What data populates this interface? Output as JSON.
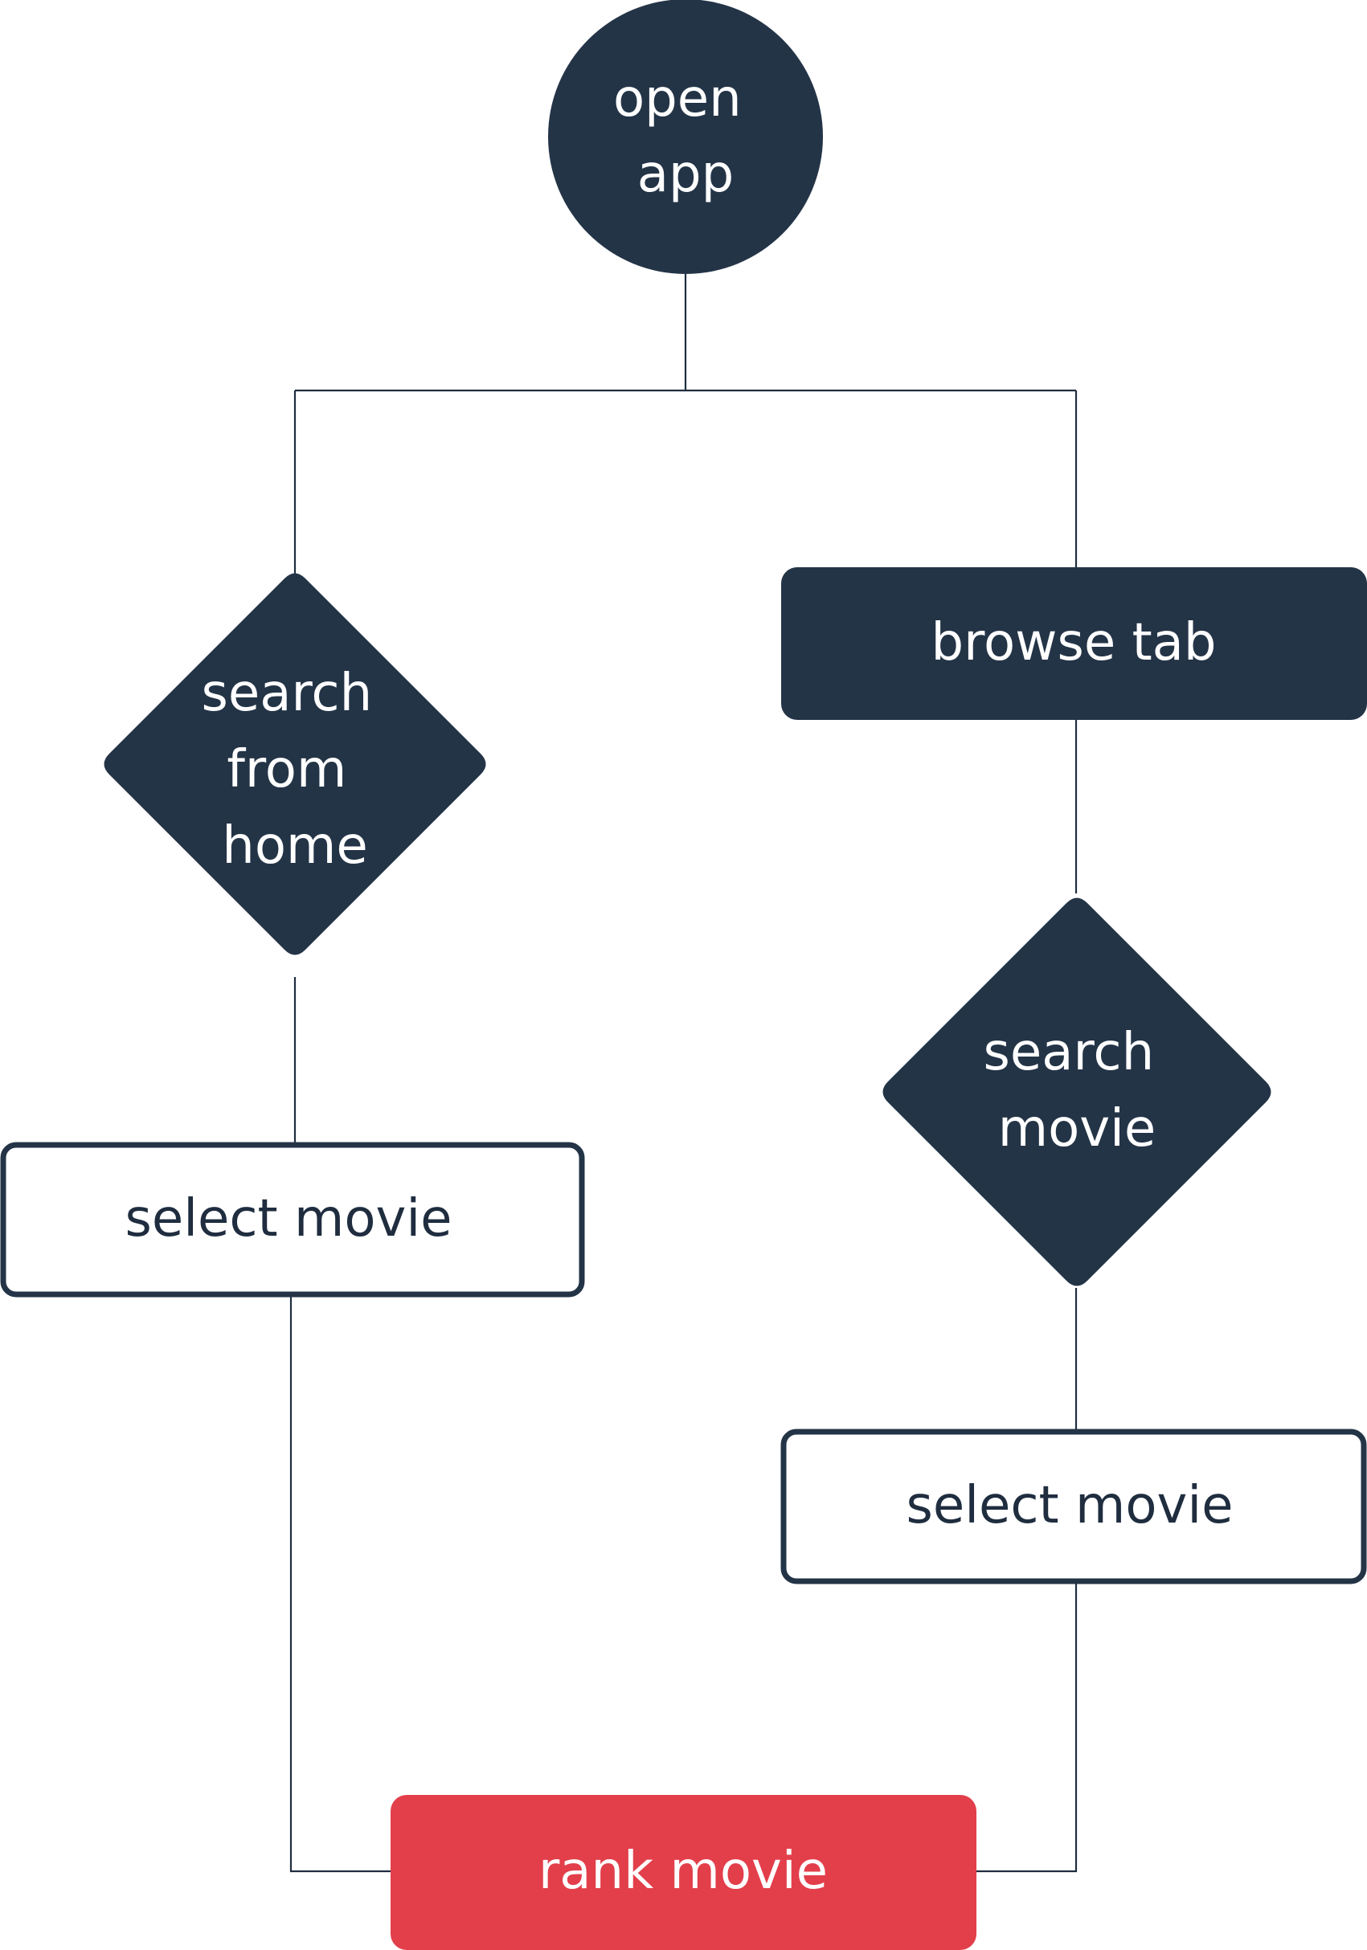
{
  "colors": {
    "dark": "#243447",
    "light_fill": "#ffffff",
    "outline": "#243447",
    "accent": "#e23f4b",
    "line": "#1f2d3f"
  },
  "nodes": {
    "open_app": {
      "shape": "circle",
      "lines": [
        "open",
        "app"
      ]
    },
    "search_from_home": {
      "shape": "diamond",
      "lines": [
        "search",
        "from",
        "home"
      ]
    },
    "browse_tab": {
      "shape": "box",
      "lines": [
        "browse tab"
      ]
    },
    "search_movie": {
      "shape": "diamond",
      "lines": [
        "search",
        "movie"
      ]
    },
    "select_movie_left": {
      "shape": "box-outline",
      "lines": [
        "select movie"
      ]
    },
    "select_movie_right": {
      "shape": "box-outline",
      "lines": [
        "select movie"
      ]
    },
    "rank_movie": {
      "shape": "box-accent",
      "lines": [
        "rank movie"
      ]
    }
  },
  "edges": [
    {
      "from": "open_app",
      "to": "search_from_home"
    },
    {
      "from": "open_app",
      "to": "browse_tab"
    },
    {
      "from": "browse_tab",
      "to": "search_movie"
    },
    {
      "from": "search_from_home",
      "to": "select_movie_left"
    },
    {
      "from": "search_movie",
      "to": "select_movie_right"
    },
    {
      "from": "select_movie_left",
      "to": "rank_movie"
    },
    {
      "from": "select_movie_right",
      "to": "rank_movie"
    }
  ]
}
